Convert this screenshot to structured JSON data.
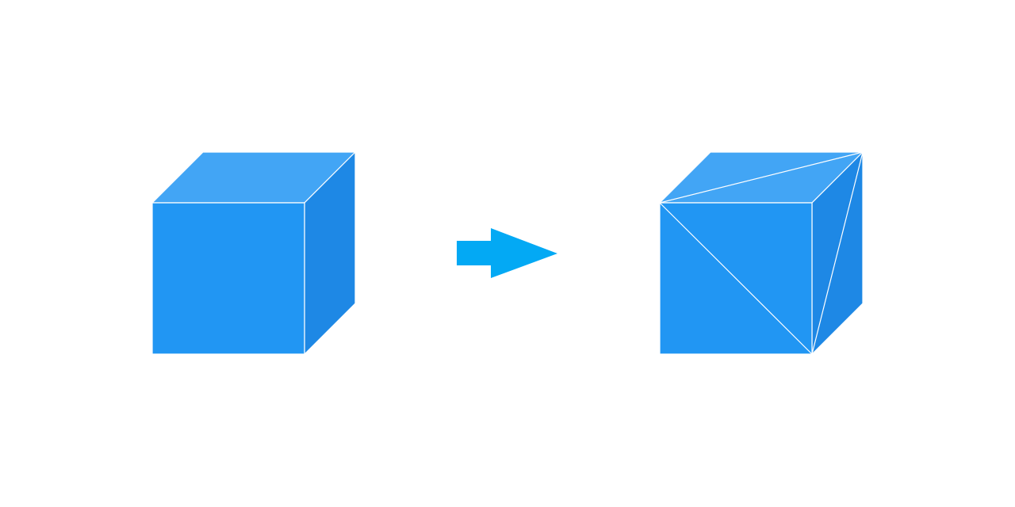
{
  "colors": {
    "background": "#ffffff",
    "front_face": "#2196f3",
    "top_face": "#42a5f5",
    "side_face": "#1e88e5",
    "edge": "#ffffff",
    "arrow": "#03a9f4"
  },
  "diagram": {
    "source": {
      "shape": "cube",
      "faces": [
        "top",
        "front",
        "side"
      ],
      "triangulated": false
    },
    "arrow": {
      "icon": "right-arrow-icon"
    },
    "target": {
      "shape": "cube",
      "faces": [
        "top",
        "front",
        "side"
      ],
      "triangulated": true
    }
  }
}
